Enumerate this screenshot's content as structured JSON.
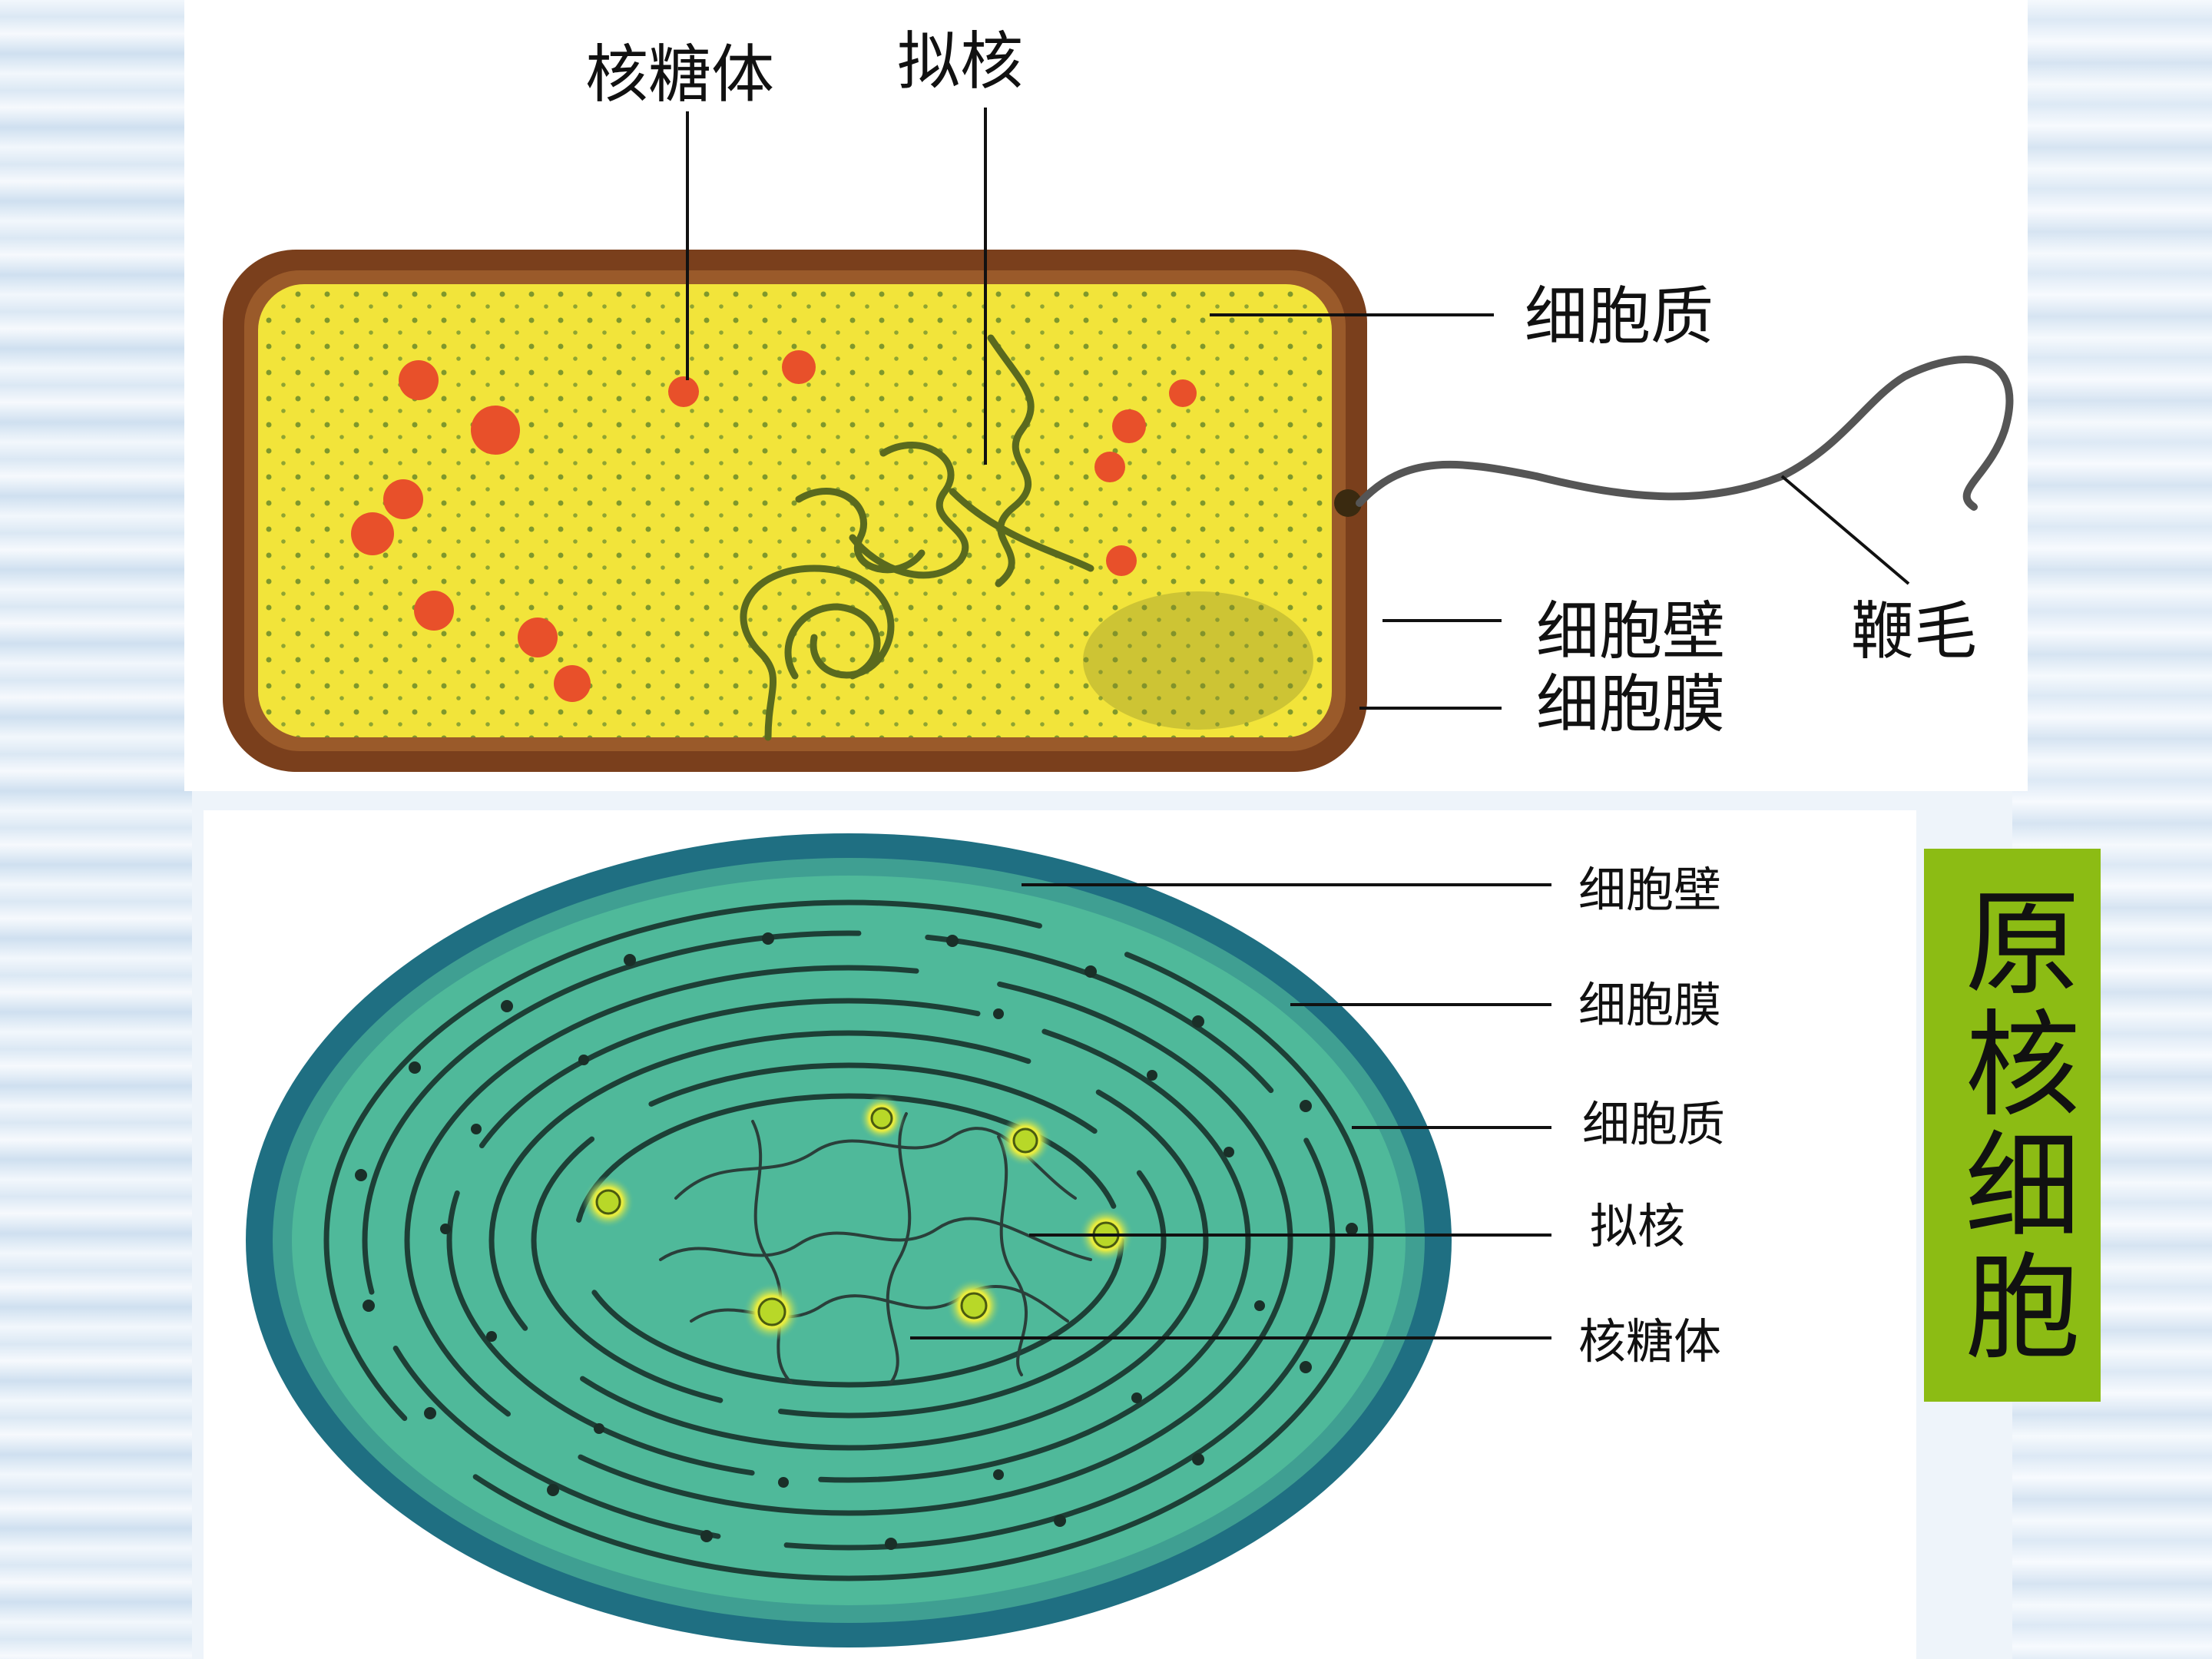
{
  "title": "原核细胞",
  "bacterium": {
    "labels": {
      "ribosome": "核糖体",
      "nucleoid": "拟核",
      "cytoplasm": "细胞质",
      "cell_wall": "细胞壁",
      "cell_membrane": "细胞膜",
      "flagellum": "鞭毛"
    }
  },
  "cyanobacterium": {
    "labels": {
      "cell_wall": "细胞壁",
      "cell_membrane": "细胞膜",
      "cytoplasm": "细胞质",
      "nucleoid": "拟核",
      "ribosome": "核糖体"
    }
  },
  "colors": {
    "cytoplasm_yellow": "#f2e43a",
    "cell_wall_brown": "#7a3f1c",
    "ribosome_orange": "#e8502a",
    "cyano_green": "#4fb99a",
    "cyano_wall": "#1f6f82",
    "title_bg": "#8cbc14"
  }
}
